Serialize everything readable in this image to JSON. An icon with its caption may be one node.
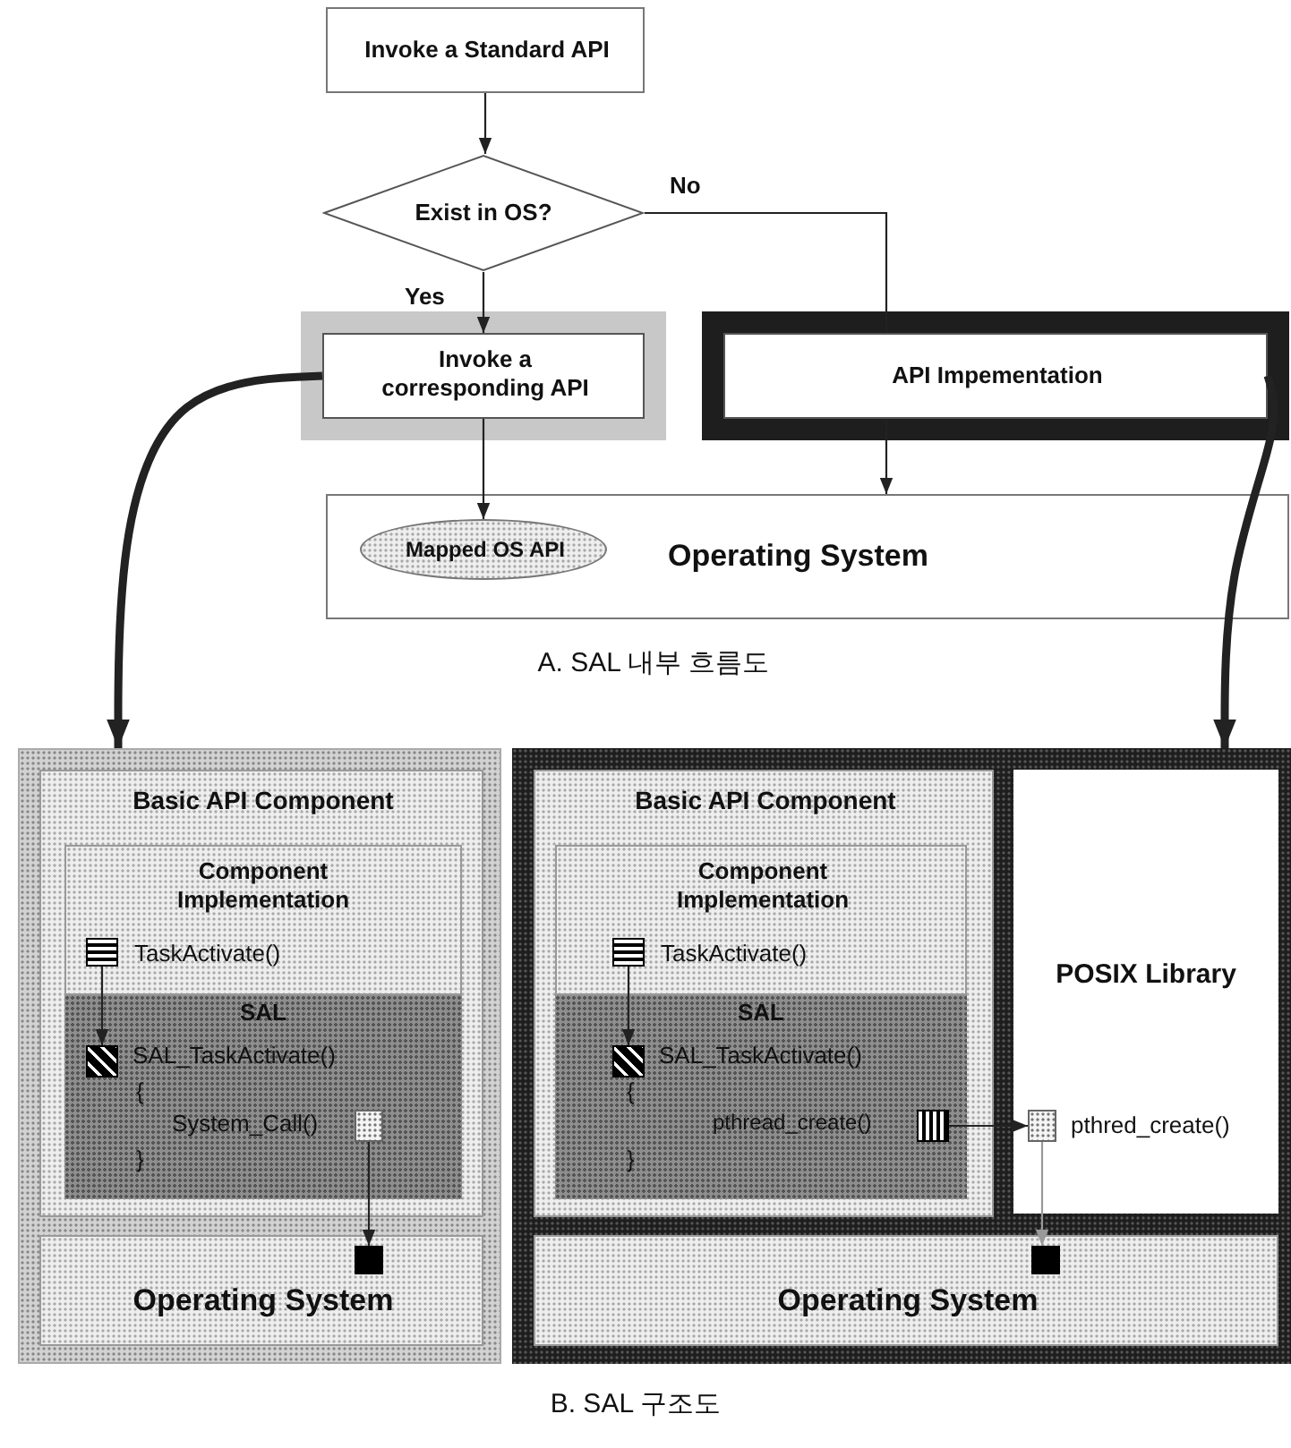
{
  "diagram": {
    "nodes": [
      {
        "text": [
          "Invoke a Standard API"
        ]
      },
      {
        "text": [
          "Exist in OS?"
        ]
      },
      {
        "text": [
          "Invoke a corresponding API"
        ]
      },
      {
        "text": [
          "API Impementation"
        ]
      },
      {
        "text": [
          "Operating System"
        ]
      },
      {
        "text": [
          "Mapped OS API"
        ],
        "in": 4
      },
      {
        "text": [],
        "shape": "box"
      },
      {
        "text": [
          "Basic API Component"
        ],
        "in": 6
      },
      {
        "text": [
          "Component Implementation",
          "TaskActivate()"
        ],
        "in": 7
      },
      {
        "text": [
          "SAL",
          "SAL_TaskActivate()",
          "{",
          "System_Call()",
          "}"
        ],
        "in": 7
      },
      {
        "text": [
          "Operating System"
        ],
        "in": 6
      },
      {
        "text": [],
        "shape": "box",
        "in": 8
      },
      {
        "text": [],
        "shape": "box",
        "in": 9
      },
      {
        "text": [],
        "shape": "box",
        "in": 9
      },
      {
        "text": [],
        "shape": "box",
        "in": 10
      },
      {
        "text": [],
        "shape": "box"
      },
      {
        "text": [
          "Basic API Component"
        ],
        "in": 15
      },
      {
        "text": [
          "Component Implementation",
          "TaskActivate()"
        ],
        "in": 16
      },
      {
        "text": [
          "SAL",
          "SAL_TaskActivate()",
          "{",
          "pthread_create()",
          "}"
        ],
        "in": 16
      },
      {
        "text": [
          "POSIX Library",
          "pthred_create()"
        ],
        "in": 15
      },
      {
        "text": [
          "Operating System"
        ],
        "in": 15
      },
      {
        "text": [],
        "shape": "box",
        "in": 17
      },
      {
        "text": [],
        "shape": "box",
        "in": 18
      },
      {
        "text": [],
        "shape": "box",
        "in": 18
      },
      {
        "text": [],
        "shape": "box",
        "in": 19
      },
      {
        "text": [],
        "shape": "box",
        "in": 20
      }
    ],
    "edges": [
      {
        "from": 0,
        "to": 1,
        "arrow": "to"
      },
      {
        "from": 1,
        "to": 2,
        "arrow": "to",
        "label": "Yes"
      },
      {
        "from": 1,
        "to": 3,
        "arrow": "none",
        "label": "No"
      },
      {
        "from": 2,
        "to": 5,
        "arrow": "to"
      },
      {
        "from": 3,
        "to": 4,
        "arrow": "to"
      },
      {
        "from": 2,
        "to": 6,
        "arrow": "to",
        "style": "thick"
      },
      {
        "from": 3,
        "to": 15,
        "arrow": "to",
        "style": "thick"
      },
      {
        "from": 11,
        "to": 12,
        "arrow": "to"
      },
      {
        "from": 13,
        "to": 14,
        "arrow": "to"
      },
      {
        "from": 21,
        "to": 22,
        "arrow": "to"
      },
      {
        "from": 23,
        "to": 24,
        "arrow": "to"
      },
      {
        "from": 24,
        "to": 25,
        "arrow": "to",
        "color": "#999999"
      }
    ],
    "labels": [
      "A. SAL 내부 흐름도",
      "B. SAL 구조도"
    ]
  }
}
